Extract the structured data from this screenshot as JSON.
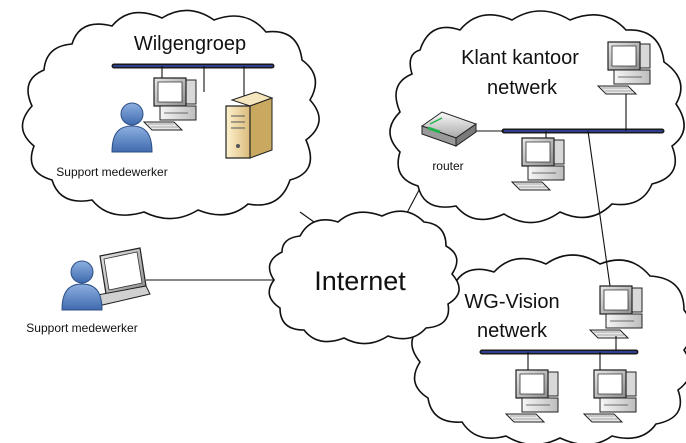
{
  "networks": {
    "wilgengroep": {
      "title": "Wilgengroep",
      "person_label": "Support medewerker"
    },
    "klant": {
      "title_line1": "Klant kantoor",
      "title_line2": "netwerk",
      "router_label": "router"
    },
    "wgvision": {
      "title_line1": "WG-Vision",
      "title_line2": "netwerk"
    },
    "internet": {
      "title": "Internet"
    },
    "remote": {
      "person_label": "Support medewerker"
    }
  },
  "icons": [
    "cloud-icon",
    "computer-icon",
    "server-icon",
    "router-icon",
    "person-icon",
    "laptop-icon",
    "network-bus-icon"
  ],
  "colors": {
    "bus": "#2e3f8f",
    "person": "#5b85c4",
    "router_light": "#22b24c",
    "server_body": "#f3dca6"
  }
}
